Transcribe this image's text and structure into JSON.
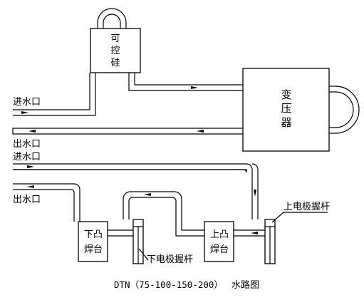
{
  "title": {
    "code": "DTN（75-100-150-200）",
    "label": "水路图"
  },
  "components": {
    "scr": [
      "可",
      "控",
      "硅"
    ],
    "transformer": [
      "变",
      "压",
      "器"
    ],
    "lower_boss": [
      "下凸",
      "焊台"
    ],
    "upper_boss": [
      "上凸",
      "焊台"
    ],
    "lower_electrode": "下电极握杆",
    "upper_electrode": "上电极握杆"
  },
  "ports": {
    "inlet_1": "进水口",
    "outlet_1": "出水口",
    "inlet_2": "进水口",
    "outlet_2": "出水口"
  }
}
